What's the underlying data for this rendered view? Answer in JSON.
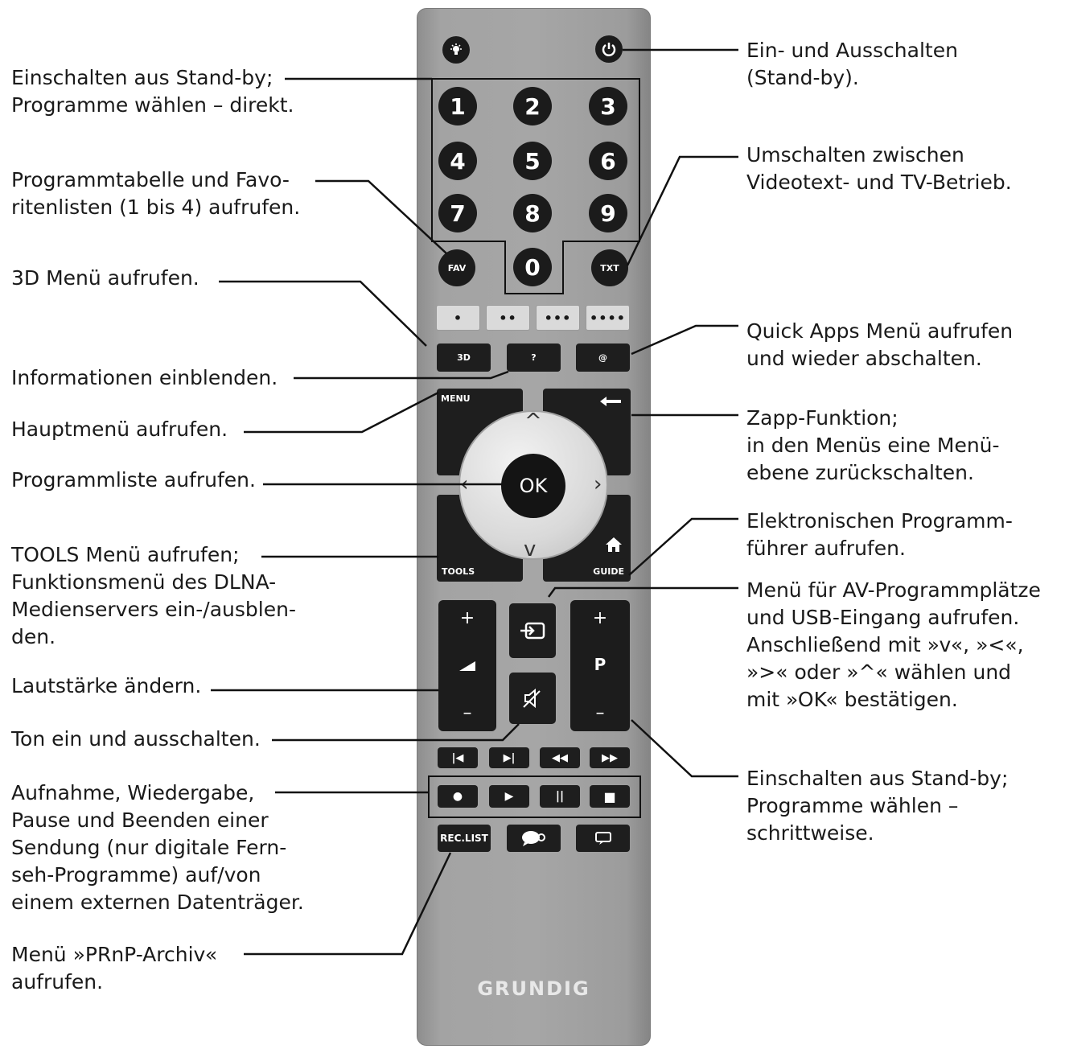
{
  "labels_left": [
    {
      "id": "standby-direct",
      "text": "Einschalten aus Stand-by;\nProgramme wählen – direkt."
    },
    {
      "id": "fav",
      "text": "Programmtabelle und Favo-\nritenlisten (1 bis 4) aufrufen."
    },
    {
      "id": "3d",
      "text": "3D Menü aufrufen."
    },
    {
      "id": "info",
      "text": "Informationen einblenden."
    },
    {
      "id": "menu",
      "text": "Hauptmenü aufrufen."
    },
    {
      "id": "ok",
      "text": "Programmliste aufrufen."
    },
    {
      "id": "tools",
      "text": "TOOLS Menü aufrufen;\nFunktionsmenü des DLNA-\nMedienservers ein-/ausblen-\nden."
    },
    {
      "id": "volume",
      "text": "Lautstärke ändern."
    },
    {
      "id": "mute",
      "text": "Ton ein und ausschalten."
    },
    {
      "id": "record",
      "text": "Aufnahme, Wiedergabe,\nPause und Beenden einer\nSendung (nur digitale Fern-\nseh-Programme) auf/von\neinem externen Datenträger."
    },
    {
      "id": "reclist",
      "text": "Menü »PRnP-Archiv«\naufrufen."
    }
  ],
  "labels_right": [
    {
      "id": "power",
      "text": "Ein- und Ausschalten\n(Stand-by)."
    },
    {
      "id": "txt",
      "text": "Umschalten zwischen\nVideotext- und TV-Betrieb."
    },
    {
      "id": "quickapps",
      "text": "Quick Apps Menü aufrufen\nund wieder abschalten."
    },
    {
      "id": "zapp",
      "text": " Zapp-Funktion;\nin den Menüs eine Menü-\nebene zurückschalten."
    },
    {
      "id": "guide",
      "text": "Elektronischen Programm-\nführer aufrufen."
    },
    {
      "id": "source",
      "text": " Menü für AV-Programmplätze\nund USB-Eingang aufrufen.\nAnschließend mit »v«, »<«,\n»>« oder »^« wählen und\nmit »OK« bestätigen."
    },
    {
      "id": "program",
      "text": "Einschalten aus Stand-by;\nProgramme wählen –\nschrittweise."
    }
  ],
  "remote": {
    "digits": [
      "1",
      "2",
      "3",
      "4",
      "5",
      "6",
      "7",
      "8",
      "9",
      "0"
    ],
    "fav_label": "FAV",
    "txt_label": "TXT",
    "color_buttons": [
      "•",
      "••",
      "•••",
      "••••"
    ],
    "row_3d": [
      "3D",
      "?",
      "@"
    ],
    "menu_label": "MENU",
    "tools_label": "TOOLS",
    "guide_label": "GUIDE",
    "ok_label": "OK",
    "plus": "+",
    "minus": "–",
    "p_label": "P",
    "reclist_label": "REC.LIST",
    "brand": "GRUNDIG"
  }
}
